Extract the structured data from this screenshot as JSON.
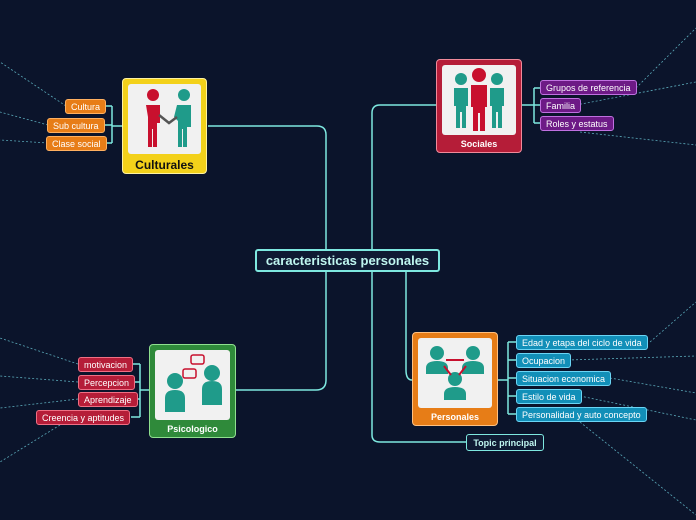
{
  "central": {
    "label": "caracteristicas personales"
  },
  "culturales": {
    "title": "Culturales",
    "items": [
      "Cultura",
      "Sub cultura",
      "Clase social"
    ]
  },
  "sociales": {
    "title": "Sociales",
    "items": [
      "Grupos de referencia",
      "Familia",
      "Roles y estatus"
    ]
  },
  "psicologico": {
    "title": "Psicologico",
    "items": [
      "motivacion",
      "Percepcion",
      "Aprendizaje",
      "Creencia y aptitudes"
    ]
  },
  "personales": {
    "title": "Personales",
    "items": [
      "Edad y etapa del ciclo de vida",
      "Ocupacion",
      "Situacion economica",
      "Estilo de vida",
      "Personalidad y auto concepto"
    ]
  },
  "topic": {
    "label": "Topic principal"
  },
  "colors": {
    "background": "#0b142b",
    "connector": "#7ee8e0",
    "culturales": "#f3d11a",
    "sociales": "#b51d38",
    "psicologico": "#2f8a3a",
    "personales": "#e77d17"
  }
}
